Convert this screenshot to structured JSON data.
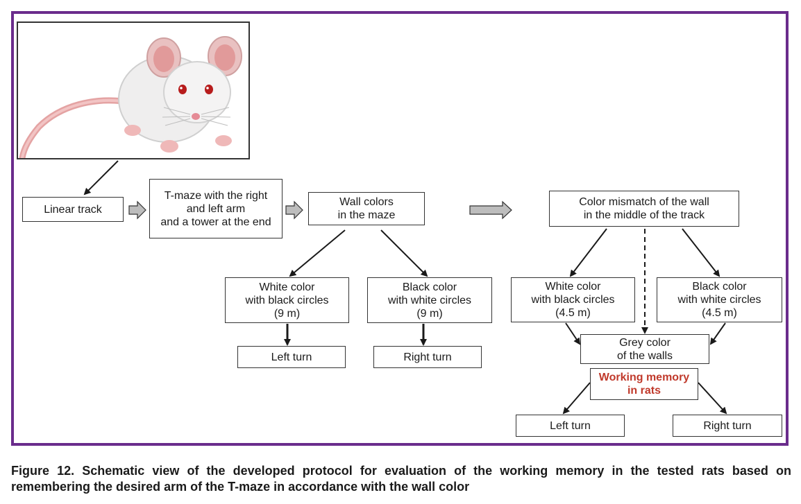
{
  "diagram": {
    "nodes": {
      "linear_track": [
        "Linear track"
      ],
      "t_maze": [
        "T-maze with the right",
        "and left arm",
        "and a tower at the end"
      ],
      "wall_colors": [
        "Wall colors",
        "in the maze"
      ],
      "white_9": [
        "White color",
        "with black circles",
        "(9 m)"
      ],
      "black_9": [
        "Black color",
        "with white circles",
        "(9 m)"
      ],
      "left_turn_a": [
        "Left turn"
      ],
      "right_turn_a": [
        "Right turn"
      ],
      "mismatch": [
        "Color mismatch of the wall",
        "in the middle of the track"
      ],
      "white_45": [
        "White color",
        "with black circles",
        "(4.5 m)"
      ],
      "black_45": [
        "Black color",
        "with white circles",
        "(4.5 m)"
      ],
      "grey": [
        "Grey color",
        "of the walls"
      ],
      "working_memory": [
        "Working memory",
        "in rats"
      ],
      "left_turn_b": [
        "Left turn"
      ],
      "right_turn_b": [
        "Right turn"
      ]
    },
    "colors": {
      "frame": "#6a2c8c",
      "highlight_text": "#c0392b",
      "arrow_fill": "#bdbdbd"
    },
    "image": "white-rat-illustration"
  },
  "caption": "Figure 12. Schematic view of the developed protocol for evaluation of the working memory in the tested rats based on remembering the desired arm of the T-maze in accordance with the wall color"
}
